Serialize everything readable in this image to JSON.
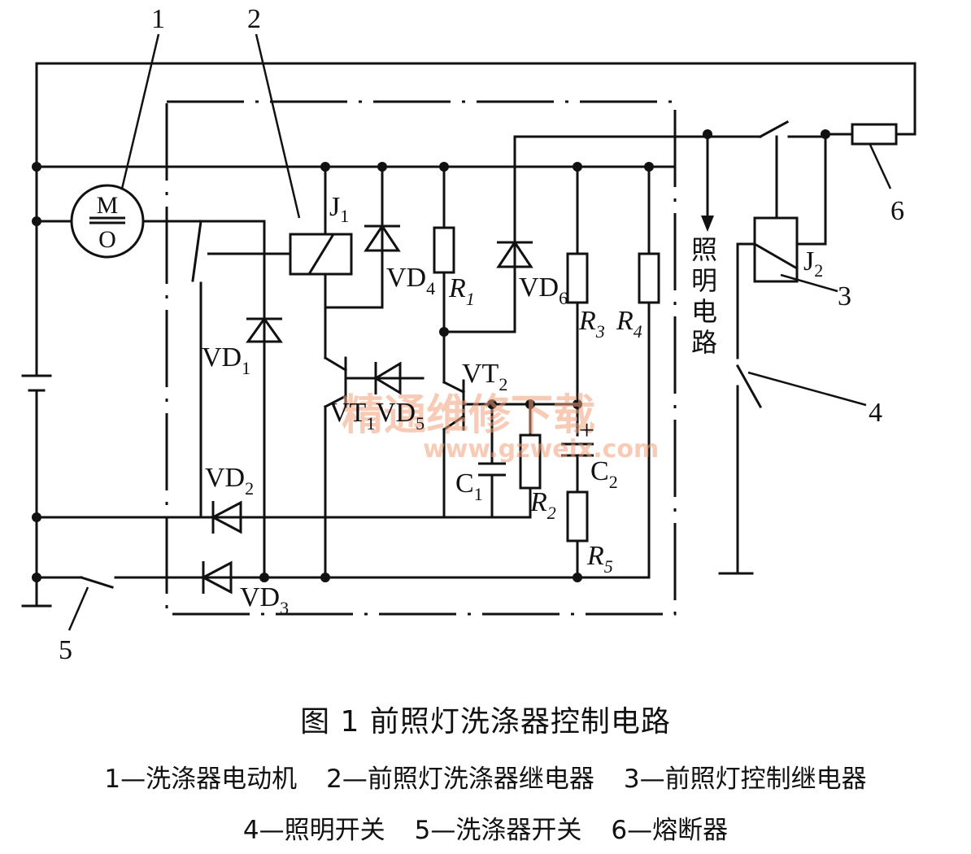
{
  "diagram": {
    "callouts": [
      "1",
      "2",
      "3",
      "4",
      "5",
      "6"
    ],
    "labels": {
      "motor_top": "M",
      "motor_bottom": "O",
      "J1": "J",
      "J1_sub": "1",
      "J2": "J",
      "J2_sub": "2",
      "VD1": "VD",
      "VD1_sub": "1",
      "VD2": "VD",
      "VD2_sub": "2",
      "VD3": "VD",
      "VD3_sub": "3",
      "VD4": "VD",
      "VD4_sub": "4",
      "VD5": "VD",
      "VD5_sub": "5",
      "VD6": "VD",
      "VD6_sub": "6",
      "VT1": "VT",
      "VT1_sub": "1",
      "VT2": "VT",
      "VT2_sub": "2",
      "R1": "R",
      "R1_sub": "1",
      "R2": "R",
      "R2_sub": "2",
      "R3": "R",
      "R3_sub": "3",
      "R4": "R",
      "R4_sub": "4",
      "R5": "R",
      "R5_sub": "5",
      "C1": "C",
      "C1_sub": "1",
      "C2": "C",
      "C2_sub": "2",
      "C2_plus": "+",
      "lighting_circuit": [
        "照",
        "明",
        "电",
        "路"
      ]
    },
    "watermark": {
      "line1": "精通维修下载",
      "line2": "www.gzweix.com"
    }
  },
  "caption": {
    "title": "图 1   前照灯洗涤器控制电路",
    "legend_line1": [
      "1—洗涤器电动机",
      "2—前照灯洗涤器继电器",
      "3—前照灯控制继电器"
    ],
    "legend_line2": [
      "4—照明开关",
      "5—洗涤器开关",
      "6—熔断器"
    ]
  }
}
